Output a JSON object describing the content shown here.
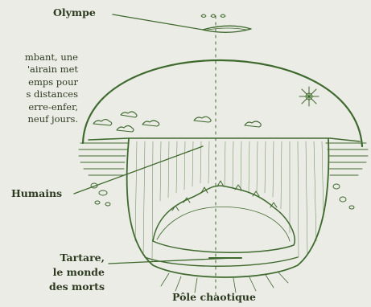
{
  "labels": {
    "olympe": "Olympe",
    "humains": "Humains",
    "tartare": [
      "Tartare,",
      "le monde",
      "des morts"
    ],
    "pole": "Pôle chaotique"
  },
  "side_text": [
    "mbant, une",
    "'airain met",
    "emps pour",
    "s distances",
    "erre-enfer,",
    "neuf jours."
  ],
  "colors": {
    "ink": "#3f6a2e",
    "text": "#2c3a1f",
    "paper": "#ecece7"
  }
}
